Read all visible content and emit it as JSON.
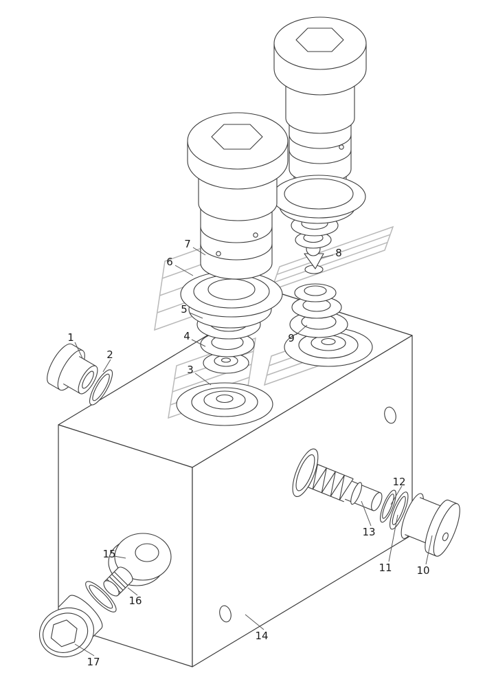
{
  "figure": {
    "type": "exploded-parts-diagram",
    "background": "#ffffff",
    "line_color": "#3a3a3a",
    "watermark_color": "#b8b8b8",
    "leader_color": "#555555",
    "label_color": "#1a1a1a",
    "callouts": {
      "c1": "1",
      "c2": "2",
      "c3": "3",
      "c4": "4",
      "c5": "5",
      "c6": "6",
      "c7": "7",
      "c8": "8",
      "c9": "9",
      "c10": "10",
      "c11": "11",
      "c12": "12",
      "c13": "13",
      "c14": "14",
      "c15": "15",
      "c16": "16",
      "c17": "17"
    }
  }
}
